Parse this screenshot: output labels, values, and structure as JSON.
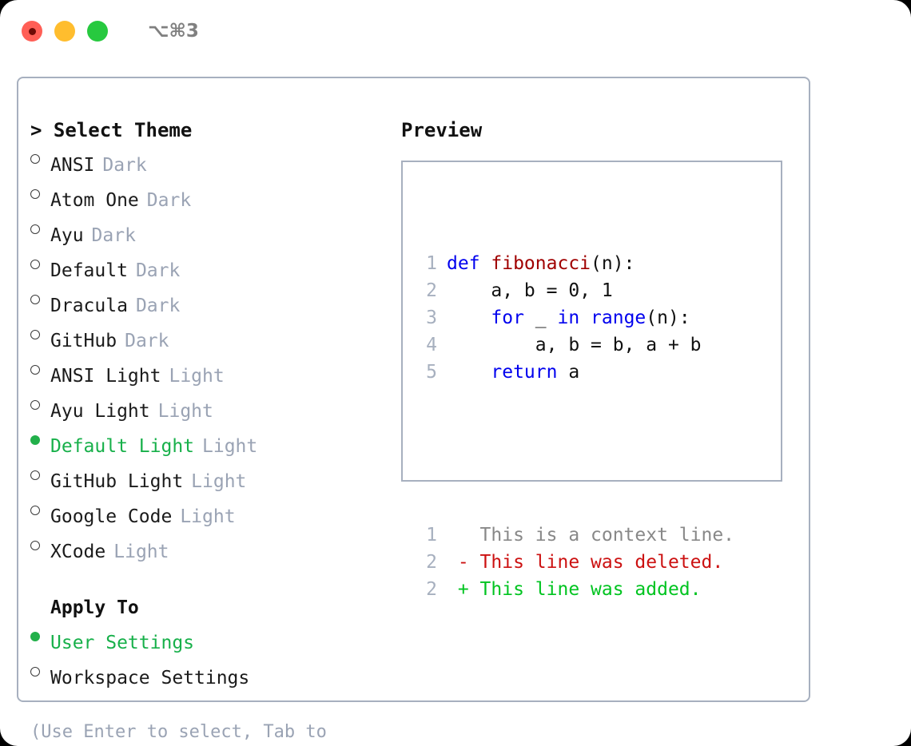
{
  "titlebar": {
    "dots": [
      {
        "name": "close",
        "color": "#ff5f56"
      },
      {
        "name": "minimize",
        "color": "#ffbd2e"
      },
      {
        "name": "zoom",
        "color": "#27c93f"
      }
    ],
    "shortcut": "⌥⌘3"
  },
  "left": {
    "header": "> Select Theme",
    "themes": [
      {
        "selected": false,
        "label": "ANSI",
        "tag": "Dark"
      },
      {
        "selected": false,
        "label": "Atom One",
        "tag": "Dark"
      },
      {
        "selected": false,
        "label": "Ayu",
        "tag": "Dark"
      },
      {
        "selected": false,
        "label": "Default",
        "tag": "Dark"
      },
      {
        "selected": false,
        "label": "Dracula",
        "tag": "Dark"
      },
      {
        "selected": false,
        "label": "GitHub",
        "tag": "Dark"
      },
      {
        "selected": false,
        "label": "ANSI Light",
        "tag": "Light"
      },
      {
        "selected": false,
        "label": "Ayu Light",
        "tag": "Light"
      },
      {
        "selected": true,
        "label": "Default Light",
        "tag": "Light"
      },
      {
        "selected": false,
        "label": "GitHub Light",
        "tag": "Light"
      },
      {
        "selected": false,
        "label": "Google Code",
        "tag": "Light"
      },
      {
        "selected": false,
        "label": "XCode",
        "tag": "Light"
      }
    ],
    "apply_to_header": "Apply To",
    "apply_to": [
      {
        "selected": true,
        "label": "User Settings",
        "tag": ""
      },
      {
        "selected": false,
        "label": "Workspace Settings",
        "tag": ""
      }
    ],
    "hint": "(Use Enter to select, Tab to change focus)"
  },
  "right": {
    "preview_title": "Preview",
    "code_lines": [
      {
        "num": "1",
        "segments": [
          {
            "text": "def ",
            "style": "kw"
          },
          {
            "text": "fibonacci",
            "style": "fn"
          },
          {
            "text": "(n):",
            "style": "plain"
          }
        ]
      },
      {
        "num": "2",
        "segments": [
          {
            "text": "    a, b = 0, 1",
            "style": "plain"
          }
        ]
      },
      {
        "num": "3",
        "segments": [
          {
            "text": "    for ",
            "style": "kw"
          },
          {
            "text": "_ ",
            "style": "plain"
          },
          {
            "text": "in ",
            "style": "kw"
          },
          {
            "text": "range",
            "style": "kw"
          },
          {
            "text": "(n):",
            "style": "plain"
          }
        ]
      },
      {
        "num": "4",
        "segments": [
          {
            "text": "        a, b = b, a + b",
            "style": "plain"
          }
        ]
      },
      {
        "num": "5",
        "segments": [
          {
            "text": "    return ",
            "style": "kw"
          },
          {
            "text": "a",
            "style": "plain"
          }
        ]
      }
    ],
    "diff_lines": [
      {
        "num": "1",
        "segments": [
          {
            "text": "   This is a context line.",
            "style": "ctx"
          }
        ]
      },
      {
        "num": "2",
        "segments": [
          {
            "text": " - This line was deleted.",
            "style": "del"
          }
        ]
      },
      {
        "num": "2",
        "segments": [
          {
            "text": " + This line was added.",
            "style": "add"
          }
        ]
      }
    ]
  },
  "colors": {
    "accent_green": "#17b04a",
    "muted_blue_gray": "#9aa3b4",
    "border": "#a7b0bf",
    "keyword_blue": "#0000ee",
    "function_red": "#a00000",
    "diff_deleted": "#cc1111",
    "diff_added": "#00c420",
    "background": "#ffffff"
  }
}
